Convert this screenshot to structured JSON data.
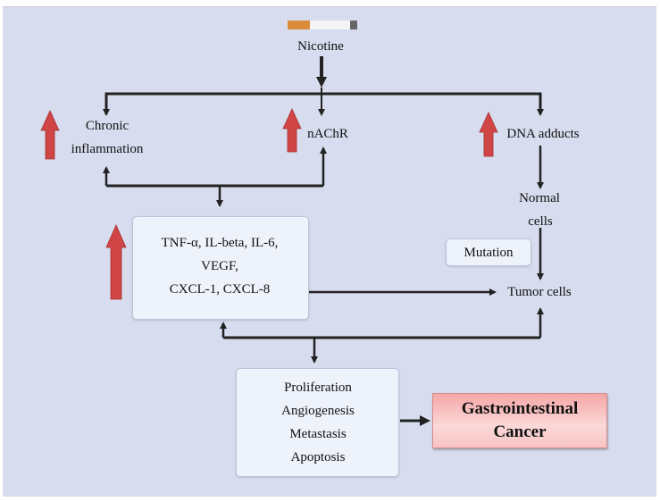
{
  "nodes": {
    "nicotine": "Nicotine",
    "chronic_inflammation": [
      "Chronic",
      "inflammation"
    ],
    "nachr": "nAChR",
    "dna_adducts": "DNA adducts",
    "normal_cells": [
      "Normal",
      "cells"
    ],
    "mutation": "Mutation",
    "cytokines": [
      "TNF-α, IL-beta, IL-6,",
      "VEGF,",
      "CXCL-1, CXCL-8"
    ],
    "tumor_cells": "Tumor cells",
    "effects": [
      "Proliferation",
      "Angiogenesis",
      "Metastasis",
      "Apoptosis"
    ],
    "cancer": [
      "Gastrointestinal",
      "Cancer"
    ]
  },
  "colors": {
    "background": "#d7ddee",
    "up_arrow": "#d04545",
    "cancer_box": "#f6a7a7",
    "connector": "#222222"
  },
  "icons": {
    "source": "cigarette-icon",
    "increase": "red-up-arrow",
    "decrease": "red-down-arrow"
  }
}
